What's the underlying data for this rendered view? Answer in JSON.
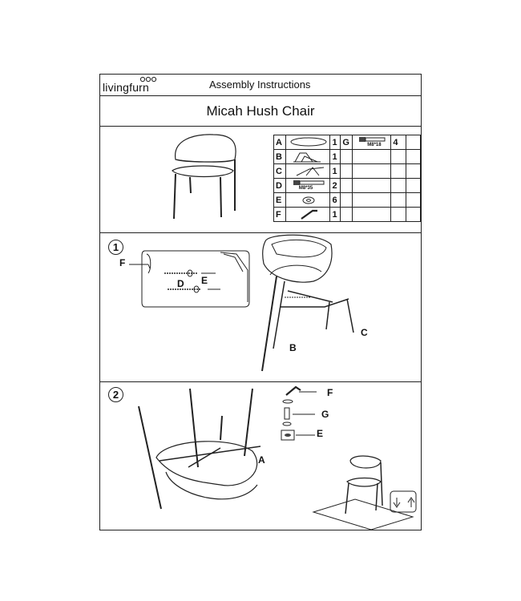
{
  "header": {
    "brand": "livingfurn",
    "title": "Assembly Instructions"
  },
  "product": {
    "name": "Micah Hush Chair"
  },
  "parts": [
    {
      "letter": "A",
      "qty": "1",
      "icon": "seat-shell-icon",
      "code": ""
    },
    {
      "letter": "B",
      "qty": "1",
      "icon": "bracket-icon",
      "code": ""
    },
    {
      "letter": "C",
      "qty": "1",
      "icon": "leg-frame-icon",
      "code": ""
    },
    {
      "letter": "D",
      "qty": "2",
      "icon": "bolt-icon",
      "code": "M8*35"
    },
    {
      "letter": "E",
      "qty": "6",
      "icon": "washer-icon",
      "code": ""
    },
    {
      "letter": "F",
      "qty": "1",
      "icon": "allen-key-icon",
      "code": ""
    }
  ],
  "parts_extra": {
    "letter": "G",
    "qty": "4",
    "icon": "bolt-icon",
    "code": "M8*18"
  },
  "steps": [
    {
      "number": "1",
      "labels": {
        "F": "F",
        "D": "D",
        "E": "E",
        "B": "B",
        "C": "C"
      }
    },
    {
      "number": "2",
      "labels": {
        "F": "F",
        "G": "G",
        "E": "E",
        "A": "A"
      }
    }
  ]
}
